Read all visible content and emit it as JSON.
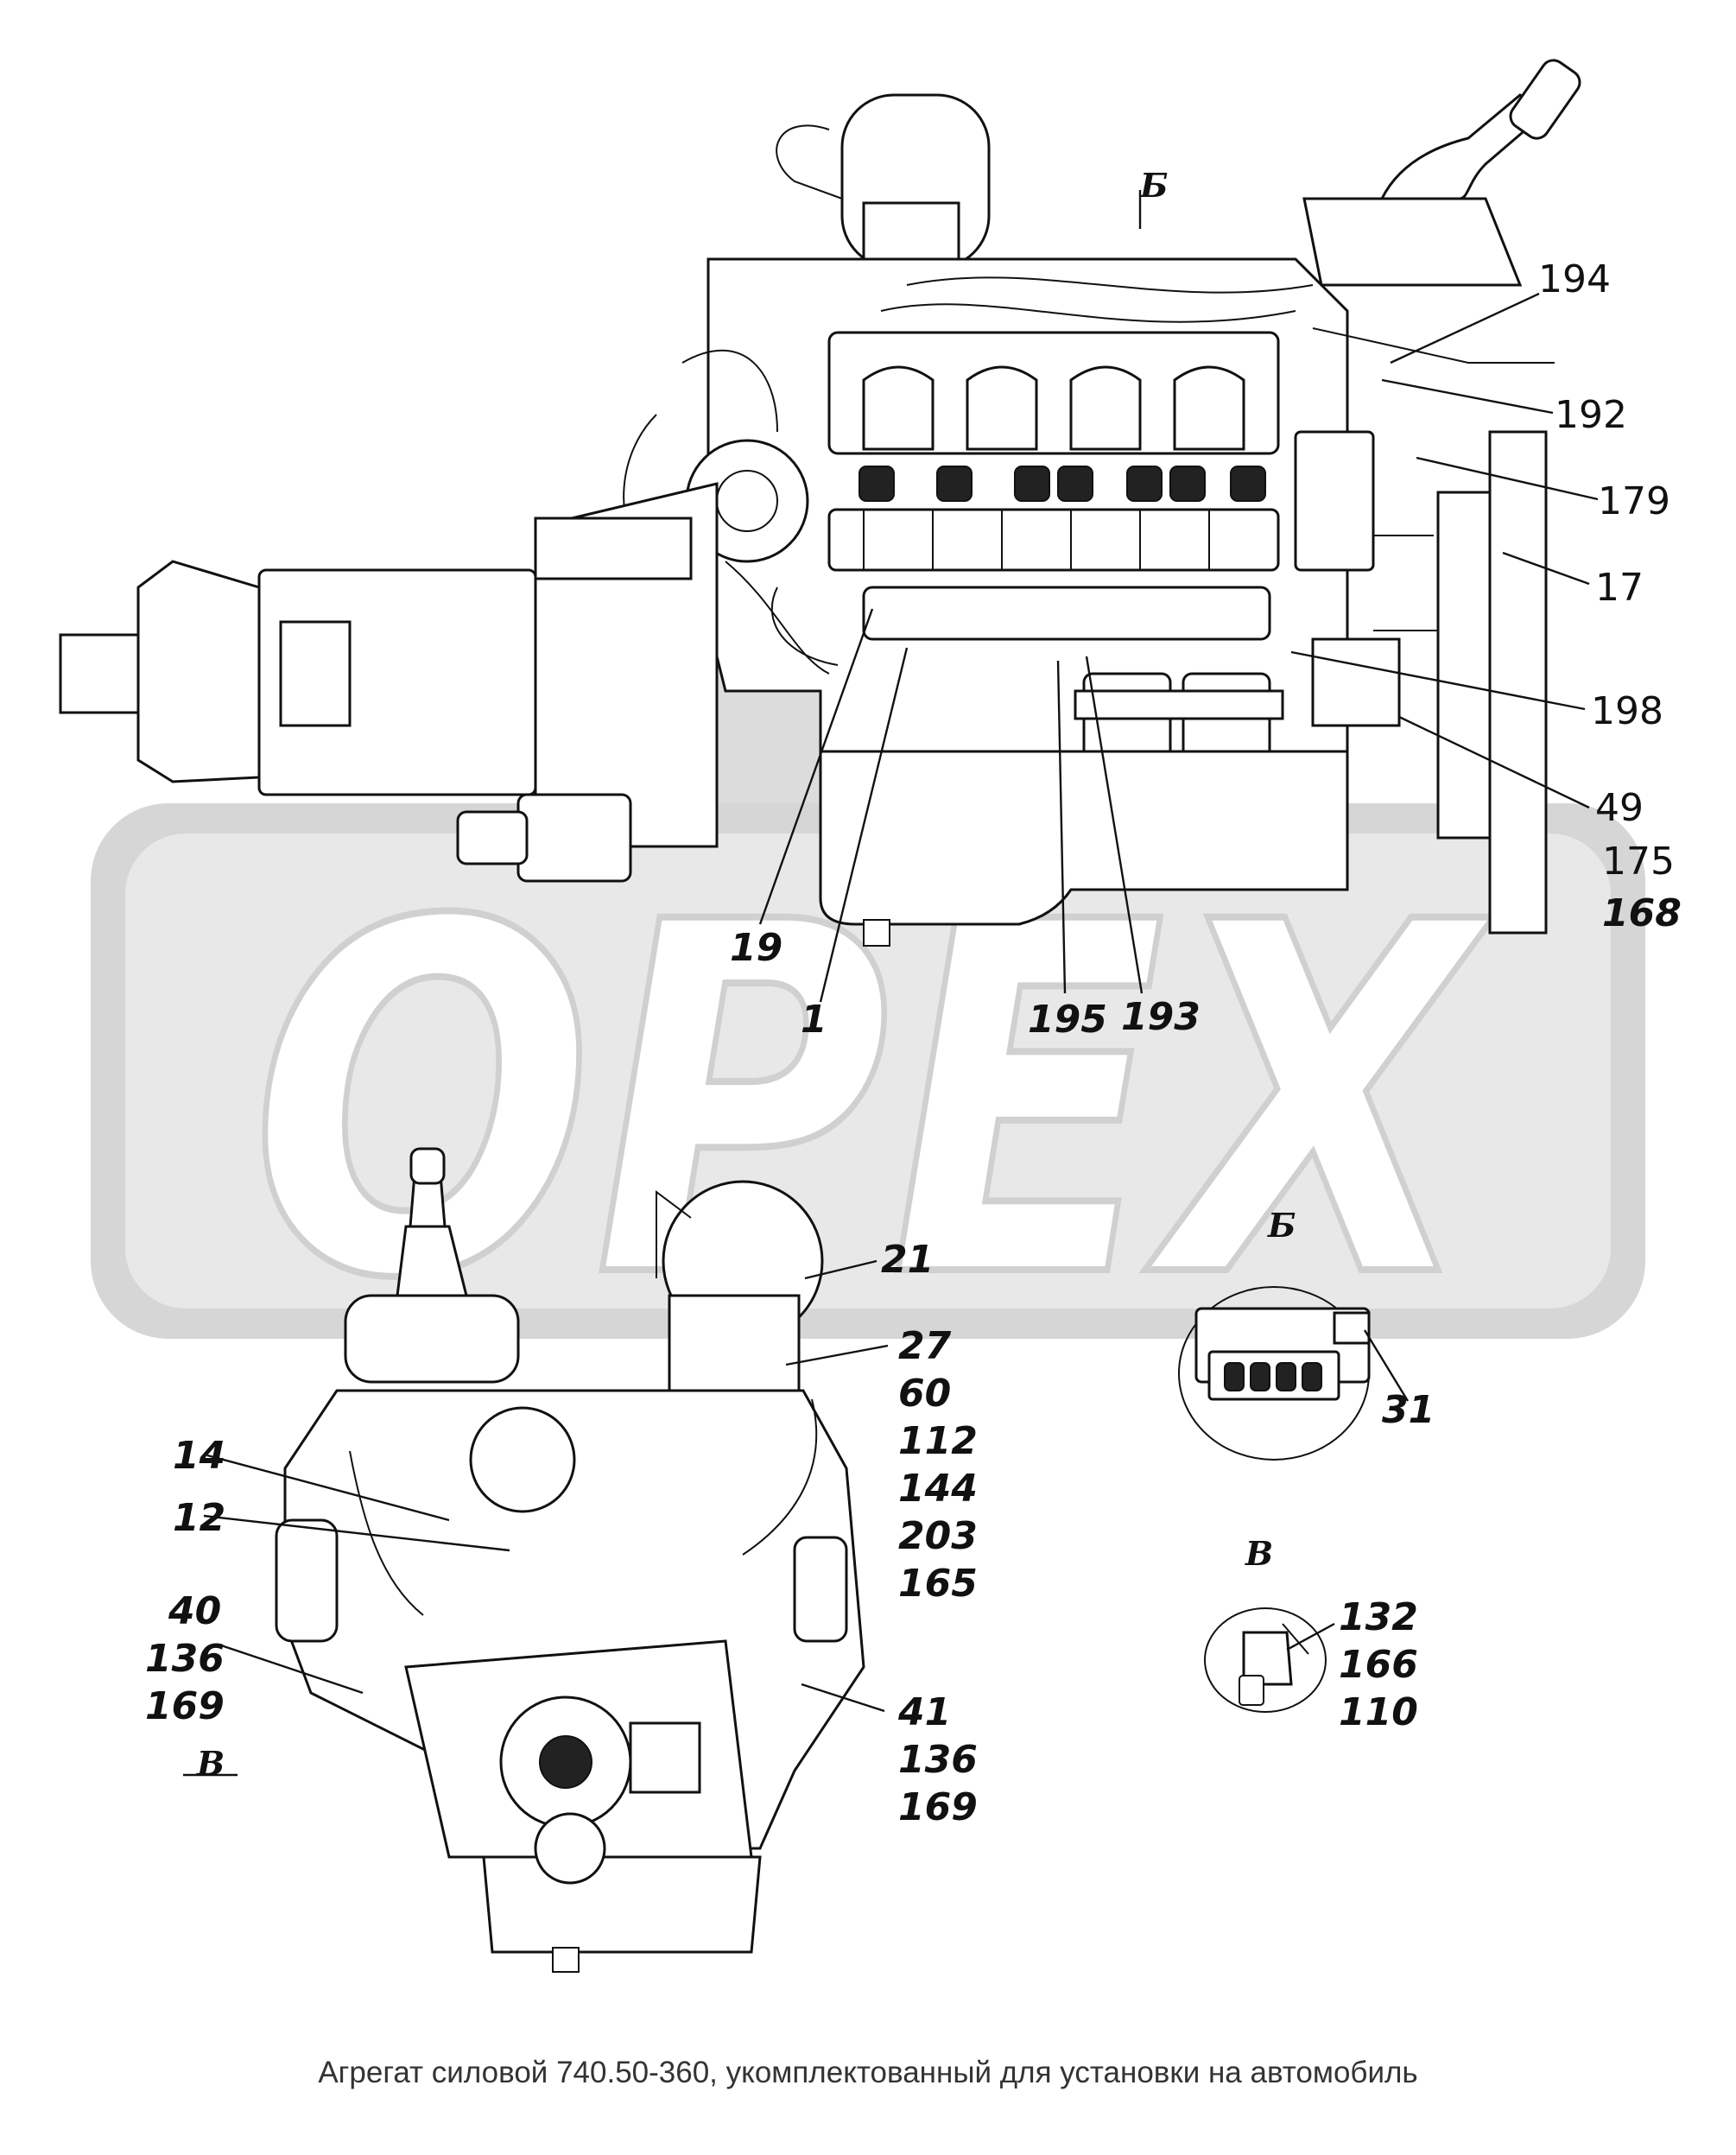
{
  "watermark": {
    "text": "OPEX",
    "color": "#e3e3e3"
  },
  "caption": "Агрегат силовой 740.50-360, укомплектованный для установки на автомобиль",
  "view_labels": {
    "b_top": "Б",
    "b_detail": "Б",
    "v_detail": "В",
    "v_arrow": "В"
  },
  "callouts": {
    "c194": "194",
    "c192": "192",
    "c179": "179",
    "c17": "17",
    "c198": "198",
    "c49": "49",
    "c175": "175",
    "c168": "168",
    "c19": "19",
    "c1": "1",
    "c195": "195",
    "c193": "193",
    "c21": "21",
    "c27": "27",
    "c60": "60",
    "c112": "112",
    "c144": "144",
    "c203": "203",
    "c165": "165",
    "c31": "31",
    "c14": "14",
    "c12": "12",
    "c40": "40",
    "c136a": "136",
    "c169a": "169",
    "c41": "41",
    "c136b": "136",
    "c169b": "169",
    "c132": "132",
    "c166": "166",
    "c110": "110"
  }
}
